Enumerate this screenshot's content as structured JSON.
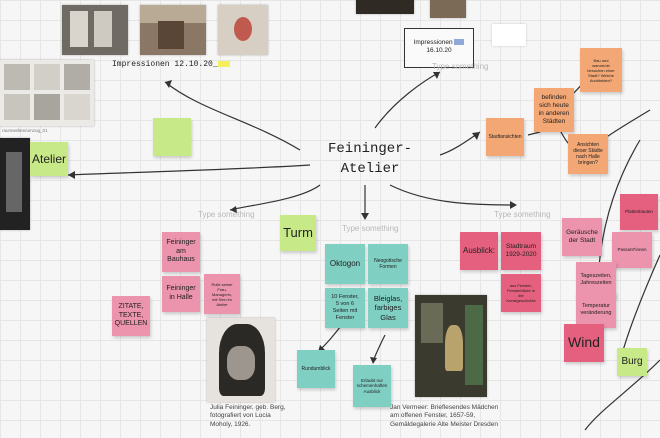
{
  "center_title": "Feininger-\nAtelier",
  "impressions_left": {
    "label": "Impressionen 12.10.20_"
  },
  "impressions_frame": {
    "title": "Impressionen",
    "date": "16.10.20"
  },
  "photo_caption_small": "raumwelten/umzug_01",
  "notes": {
    "atelier": "Atelier",
    "turm": "Turm",
    "wind": "Wind",
    "burg": "Burg",
    "bauhaus": "Feininger\nam\nBauhaus",
    "halle": "Feininger\nin Halle",
    "rolle": "Rolle seiner\nFrau,\nManagerin,\nmit Sinn im\nAtelier",
    "zitate": "ZITATE,\nTEXTE,\nQUELLEN",
    "oktogon": "Oktogon",
    "neogotische": "Neogotische\nFormen",
    "fenster": "10 Fenster,\n5 von 6\nSeiten mit\nFenster",
    "bleiglas": "Bleiglas,\nfarbiges\nGlas",
    "rundumblick": "Rundumblick",
    "erlaubt": "Erlaubt nur\nschemenhaften\nAusblick",
    "ausblick": "Ausblick:",
    "stadtraum": "Stadtraum\n1929-2020",
    "fenster_blick": "aus Fenster-\nFensterblicke in\nder\nKunstgeschichte",
    "stadtansichten": "Stadtansichten",
    "befinden": "befinden\nsich heute\nin anderen\nStädten",
    "frage_staedte": "Bau und\nwarum/ob\nbesuchen einer\nStadt? Welche\nArchitekten?",
    "ansichten": "Ansichten\ndieser Städte\nnach Halle\nbringen?",
    "geraeusche": "Geräusche\nder Stadt",
    "plattenbauten": "Plattenbauten",
    "passanten": "Passant*innen",
    "tageszeiten": "Tageszeiten,\nJahreszeiten",
    "temperatur": "Temperatur\nveränderung"
  },
  "type_something": "Type something",
  "captions": {
    "julia": "Julia Feininger, geb. Berg,\nfotografiert von Lucia\nMoholy, 1926.",
    "vermeer": "Jan Vermeer: Brieflesendes Mädchen\nam offenen Fenster, 1657-59,\nGemäldegalerie Alte Meister Dresden"
  },
  "colors": {
    "pink": "#ec93ad",
    "teal": "#7fcfc3",
    "orange": "#f3a775",
    "red": "#e4607e",
    "lime": "#c8e987",
    "highlight_yellow": "#f4ef5a",
    "highlight_blue": "#8fa8d8"
  }
}
